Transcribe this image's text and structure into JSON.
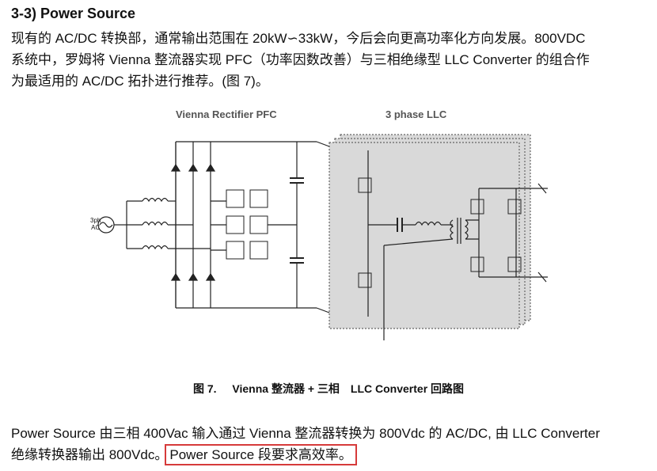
{
  "section": {
    "heading": "3-3) Power Source",
    "intro": [
      "现有的 AC/DC 转换部，通常输出范围在 20kW∽33kW，今后会向更高功率化方向发展。800VDC",
      "系统中，罗姆将 Vienna 整流器实现 PFC（功率因数改善）与三相绝缘型 LLC Converter 的组合作",
      "为最适用的 AC/DC 拓扑进行推荐。(图 7)。"
    ]
  },
  "figure": {
    "label_vienna": "Vienna Rectifier PFC",
    "label_llc": "3 phase LLC",
    "source_label_1": "3ph",
    "source_label_2": "AC",
    "caption_number": "图 7.",
    "caption_text": "Vienna 整流器 + 三相　LLC Converter 回路图"
  },
  "summary": {
    "line1": "Power Source 由三相 400Vac 输入通过 Vienna 整流器转换为 800Vdc 的 AC/DC, 由 LLC Converter",
    "line2_prefix": "绝缘转换器输出 800Vdc。",
    "line2_highlight": "Power Source 段要求高效率。"
  },
  "colors": {
    "highlight_border": "#d63a3a",
    "llc_fill": "#d9d9d9"
  }
}
